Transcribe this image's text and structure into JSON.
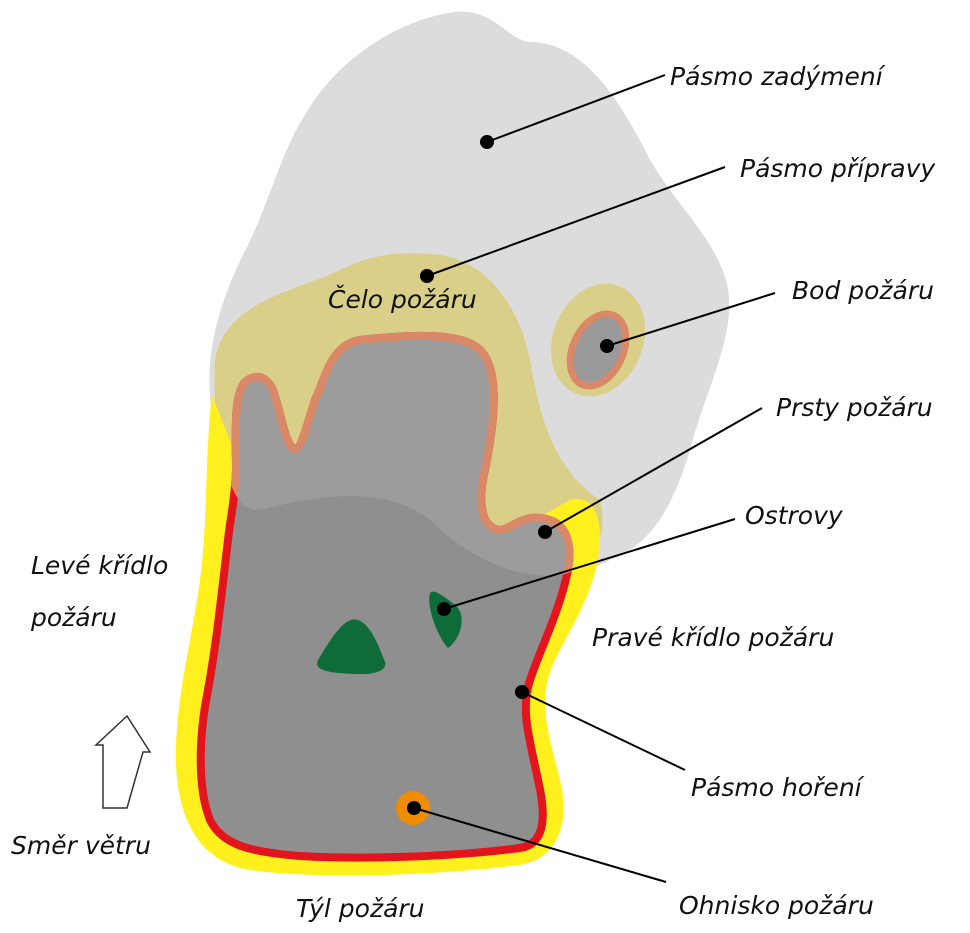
{
  "labels": {
    "smoke_zone": "Pásmo zadýmení",
    "prep_zone": "Pásmo přípravy",
    "fire_front": "Čelo požáru",
    "spot_fire": "Bod požáru",
    "fire_fingers": "Prsty požáru",
    "islands": "Ostrovy",
    "left_flank_line1": "Levé křídlo",
    "left_flank_line2": "požáru",
    "right_flank": "Pravé křídlo požáru",
    "burning_zone": "Pásmo hoření",
    "wind_direction": "Směr větru",
    "fire_rear": "Týl požáru",
    "fire_origin": "Ohnisko požáru"
  },
  "colors": {
    "smoke": "#dcdcdc",
    "prep": "#d9cf88",
    "yellow_margin": "#fff01e",
    "burning_line": "#e3141b",
    "burning_line_under_prep": "#d98868",
    "burned_area": "#8f8f8f",
    "islands": "#0f6b38",
    "origin": "#f08c00",
    "text": "#111111"
  }
}
